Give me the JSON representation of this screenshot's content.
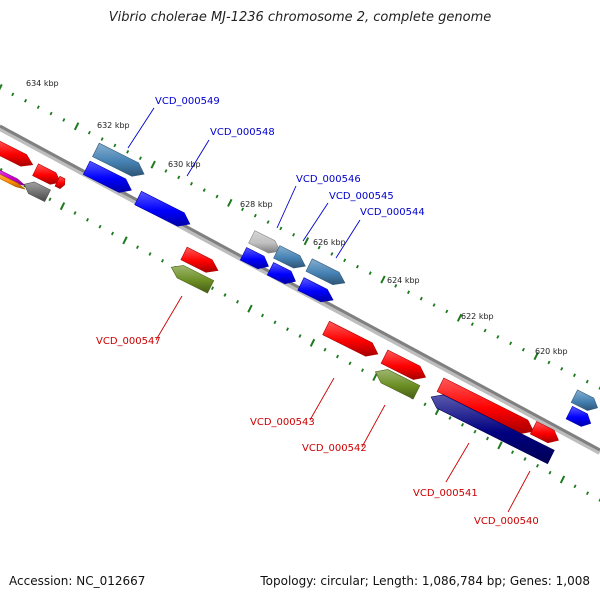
{
  "title": "Vibrio cholerae MJ-1236 chromosome 2, complete genome",
  "footer": {
    "accession": "Accession: NC_012667",
    "stats": "Topology: circular; Length: 1,086,784 bp; Genes: 1,008"
  },
  "colors": {
    "backbone": "#808080",
    "tick_green": "#1e7a1e",
    "label_blue": "#0000cc",
    "label_red": "#cc0000",
    "red": "#ff0000",
    "blue": "#0000ff",
    "navy": "#000080",
    "steel": "#4682b4",
    "olive": "#6b8e23",
    "silver": "#c0c0c0",
    "gray": "#707070",
    "orange": "#ff8c00",
    "magenta": "#cc00cc"
  },
  "ticks": [
    "634 kbp",
    "632 kbp",
    "630 kbp",
    "628 kbp",
    "626 kbp",
    "624 kbp",
    "622 kbp",
    "620 kbp"
  ],
  "gene_labels_forward": [
    "VCD_000549",
    "VCD_000548",
    "VCD_000546",
    "VCD_000545",
    "VCD_000544"
  ],
  "gene_labels_reverse": [
    "VCD_000547",
    "VCD_000543",
    "VCD_000542",
    "VCD_000541",
    "VCD_000540"
  ]
}
